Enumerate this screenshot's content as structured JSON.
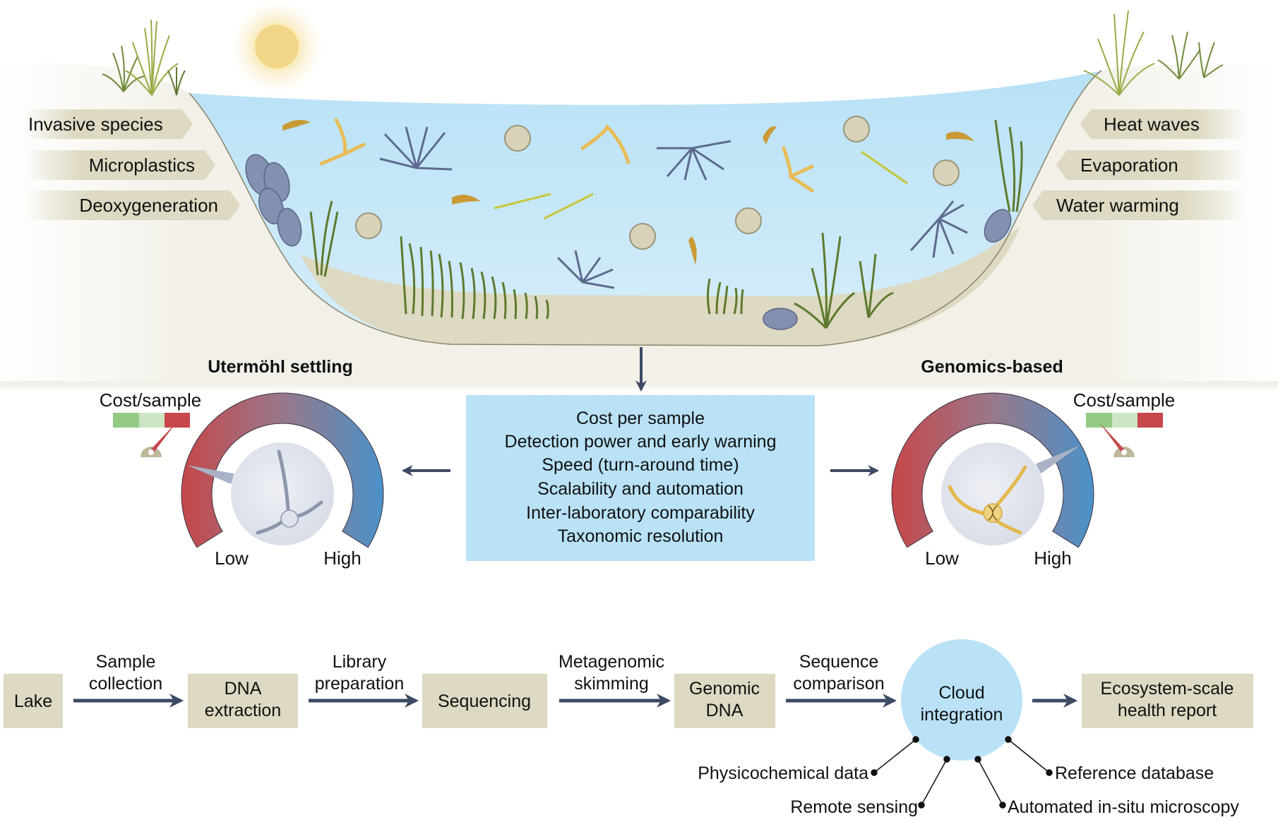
{
  "figure": {
    "pressures_left": [
      "Invasive species",
      "Microplastics",
      "Deoxygeneration"
    ],
    "pressures_right": [
      "Heat waves",
      "Evaporation",
      "Water warming"
    ],
    "methods": {
      "left": {
        "title": "Utermöhl settling",
        "cost_label": "Cost/sample",
        "gauge_low": "Low",
        "gauge_high": "High",
        "performance_level": 0.2,
        "cost_level": "high"
      },
      "right": {
        "title": "Genomics-based",
        "cost_label": "Cost/sample",
        "gauge_low": "Low",
        "gauge_high": "High",
        "performance_level": 0.75,
        "cost_level": "low"
      }
    },
    "criteria": [
      "Cost per sample",
      "Detection power and early warning",
      "Speed (turn-around time)",
      "Scalability and automation",
      "Inter-laboratory comparability",
      "Taxonomic resolution"
    ],
    "workflow": {
      "nodes": [
        {
          "id": "lake",
          "lines": [
            "Lake"
          ]
        },
        {
          "id": "dna-extraction",
          "lines": [
            "DNA",
            "extraction"
          ]
        },
        {
          "id": "sequencing",
          "lines": [
            "Sequencing"
          ]
        },
        {
          "id": "genomic-dna",
          "lines": [
            "Genomic",
            "DNA"
          ]
        },
        {
          "id": "cloud-integration",
          "lines": [
            "Cloud",
            "integration"
          ]
        },
        {
          "id": "health-report",
          "lines": [
            "Ecosystem-scale",
            "health report"
          ]
        }
      ],
      "steps": [
        [
          "Sample",
          "collection"
        ],
        [
          "Library",
          "preparation"
        ],
        [
          "Metagenomic",
          "skimming"
        ],
        [
          "Sequence",
          "comparison"
        ]
      ],
      "data_sources": [
        "Physicochemical data",
        "Remote sensing",
        "Automated in-situ microscopy",
        "Reference database"
      ]
    },
    "colors": {
      "water": "#bfe3f5",
      "sediment": "#ddd9c2",
      "shore": "#f2f0e8",
      "box_fill": "#ddd9c2",
      "criteria_box": "#b9e2f7",
      "cloud": "#b9e2f7",
      "arrow": "#3c4a63",
      "gauge_low": "#c6474a",
      "gauge_high": "#4a92c9",
      "cost_green": "#94cb84",
      "cost_light": "#cde5c5",
      "cost_red": "#c7474a",
      "diatom": "#e8bc58",
      "sun": "#f1d68a"
    }
  }
}
